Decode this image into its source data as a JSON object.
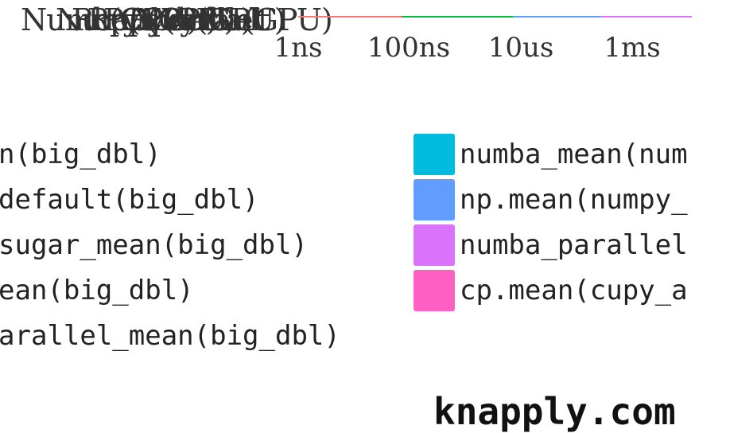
{
  "chart_data": {
    "type": "bar",
    "x_axis": {
      "scale": "log",
      "tick_labels": [
        "1ns",
        "100ns",
        "10us",
        "1ms"
      ]
    },
    "overlapping_labels": [
      "Numba(CPU)",
      "NumPy(CPU)",
      "Rcpp(CPU)",
      "R(CPU)",
      "Python",
      "CuPy(GPU)",
      "Numba(GPU)",
      "parallel",
      "default"
    ],
    "legend_left": [
      "n(big_dbl)",
      "default(big_dbl)",
      "sugar_mean(big_dbl)",
      "ean(big_dbl)",
      "arallel_mean(big_dbl)"
    ],
    "legend_right": [
      {
        "label": "numba_mean(num",
        "color": "#00BBDD"
      },
      {
        "label": "np.mean(numpy_",
        "color": "#619CFF"
      },
      {
        "label": "numba_parallel",
        "color": "#DB72FB"
      },
      {
        "label": "cp.mean(cupy_a",
        "color": "#FF61C3"
      }
    ],
    "footer": "knapply.com",
    "line_colors": [
      "#F8766D",
      "#00BA38",
      "#619CFF",
      "#DB72FB"
    ]
  }
}
